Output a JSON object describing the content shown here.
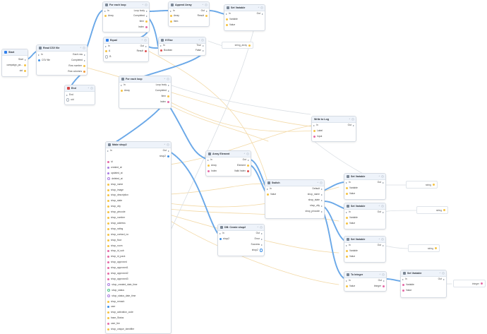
{
  "colors": {
    "wire_exec": "#6aa8e8",
    "wire_data": "#f3d9a6",
    "wire_gray": "#d3d8de",
    "pin_yellow": "#f5c343",
    "pin_pink": "#e56aa6",
    "pin_purple": "#a97ae0",
    "pin_blue": "#3b8ee6",
    "pin_green": "#4cc38a",
    "pin_red": "#e05050",
    "pin_orange": "#f29a3a"
  },
  "nodes": {
    "start": {
      "title": "Start",
      "out_start": "Start",
      "out_campaign": "campaign_pa...",
      "out_uid": "uid"
    },
    "read_csv": {
      "title": "Read CSV file",
      "in": "In",
      "in_csv": "CSV file",
      "out_each_row": "Each row",
      "out_completed": "Completed",
      "out_row_number": "Row number",
      "out_row_columns": "Row columns"
    },
    "end": {
      "title": "End",
      "in_end": "End",
      "in_uid": "uid"
    },
    "foreach1": {
      "title": "For each loop",
      "in": "In",
      "in_array": "Array",
      "out_loop_body": "Loop body",
      "out_completed": "Completed",
      "out_item": "Item",
      "out_index": "Index"
    },
    "append": {
      "title": "Append Array",
      "in": "In",
      "in_array": "Array",
      "in_item": "Item",
      "out": "Out",
      "out_result": "Result"
    },
    "setvar_top": {
      "title": "Set Variable",
      "in": "In",
      "in_variable": "Variable",
      "in_value": "Value",
      "out": "Out"
    },
    "equal": {
      "title": "Equal",
      "in": "In",
      "in_a": "A",
      "in_b": "B",
      "out": "Out",
      "out_result": "Result"
    },
    "ifelse": {
      "title": "If Else",
      "in": "In",
      "in_boolean": "Boolean",
      "out_true": "True",
      "out_false": "False"
    },
    "foreach2": {
      "title": "For each loop",
      "in": "In",
      "in_array": "Array",
      "out_loop_body": "Loop body",
      "out_completed": "Completed",
      "out_item": "Item",
      "out_index": "Index"
    },
    "write_log": {
      "title": "Write to Log",
      "in": "In",
      "in_label": "Label",
      "in_input": "Input",
      "out": "Out"
    },
    "make_shop": {
      "title": "Make shop2",
      "in": "In",
      "out": "Out",
      "out_shop2": "shop2",
      "fields": [
        "id",
        "created_at",
        "updated_at",
        "deleted_at",
        "shop_name",
        "shop_image",
        "shop_description",
        "shop_state",
        "shop_city",
        "shop_pincode",
        "shop_number",
        "shop_address",
        "shop_rating",
        "shop_contact_no",
        "shop_floor",
        "shop_room",
        "shop_id_sub",
        "shop_id_pack",
        "shop_approved",
        "shop_approved1",
        "shop_approved2",
        "shop_approved3",
        "shop_created_date_time",
        "shop_status",
        "shop_status_date_time",
        "shop_remark",
        "user",
        "shop_activation_code",
        "base_Status",
        "user_fee",
        "shop_unique_identifier"
      ]
    },
    "array_element": {
      "title": "Array Element",
      "in": "In",
      "in_array": "Array",
      "in_index": "Index",
      "out": "Out",
      "out_element": "Element",
      "out_valid_index": "Valid Index"
    },
    "db_create": {
      "title": "DB: Create shop2",
      "in": "In",
      "in_shop2": "shop2",
      "out": "Out",
      "out_error": "Error",
      "out_success": "Success",
      "out_shop2": "shop2"
    },
    "switch": {
      "title": "Switch",
      "in": "In",
      "in_value": "Value",
      "out_default": "Default",
      "out_shop_name": "shop_name",
      "out_shop_state": "shop_state",
      "out_shop_city": "shop_city",
      "out_shop_pincode": "shop_pincode"
    },
    "setvar1": {
      "title": "Set Variable",
      "in": "In",
      "in_variable": "Variable",
      "in_value": "Value",
      "out": "Out"
    },
    "setvar2": {
      "title": "Set Variable",
      "in": "In",
      "in_variable": "Variable",
      "in_value": "Value",
      "out": "Out"
    },
    "setvar3": {
      "title": "Set Variable",
      "in": "In",
      "in_variable": "Variable",
      "in_value": "Value",
      "out": "Out"
    },
    "to_integer": {
      "title": "To Integer",
      "in": "In",
      "in_value": "Value",
      "out": "Out",
      "out_integer": "Integer"
    },
    "setvar4": {
      "title": "Set Variable",
      "in": "In",
      "in_variable": "Variable",
      "in_value": "Value",
      "out": "Out"
    }
  },
  "pills": {
    "string_array": "string_array",
    "string1": "string",
    "string2": "string",
    "string3": "string",
    "integer": "integer"
  }
}
